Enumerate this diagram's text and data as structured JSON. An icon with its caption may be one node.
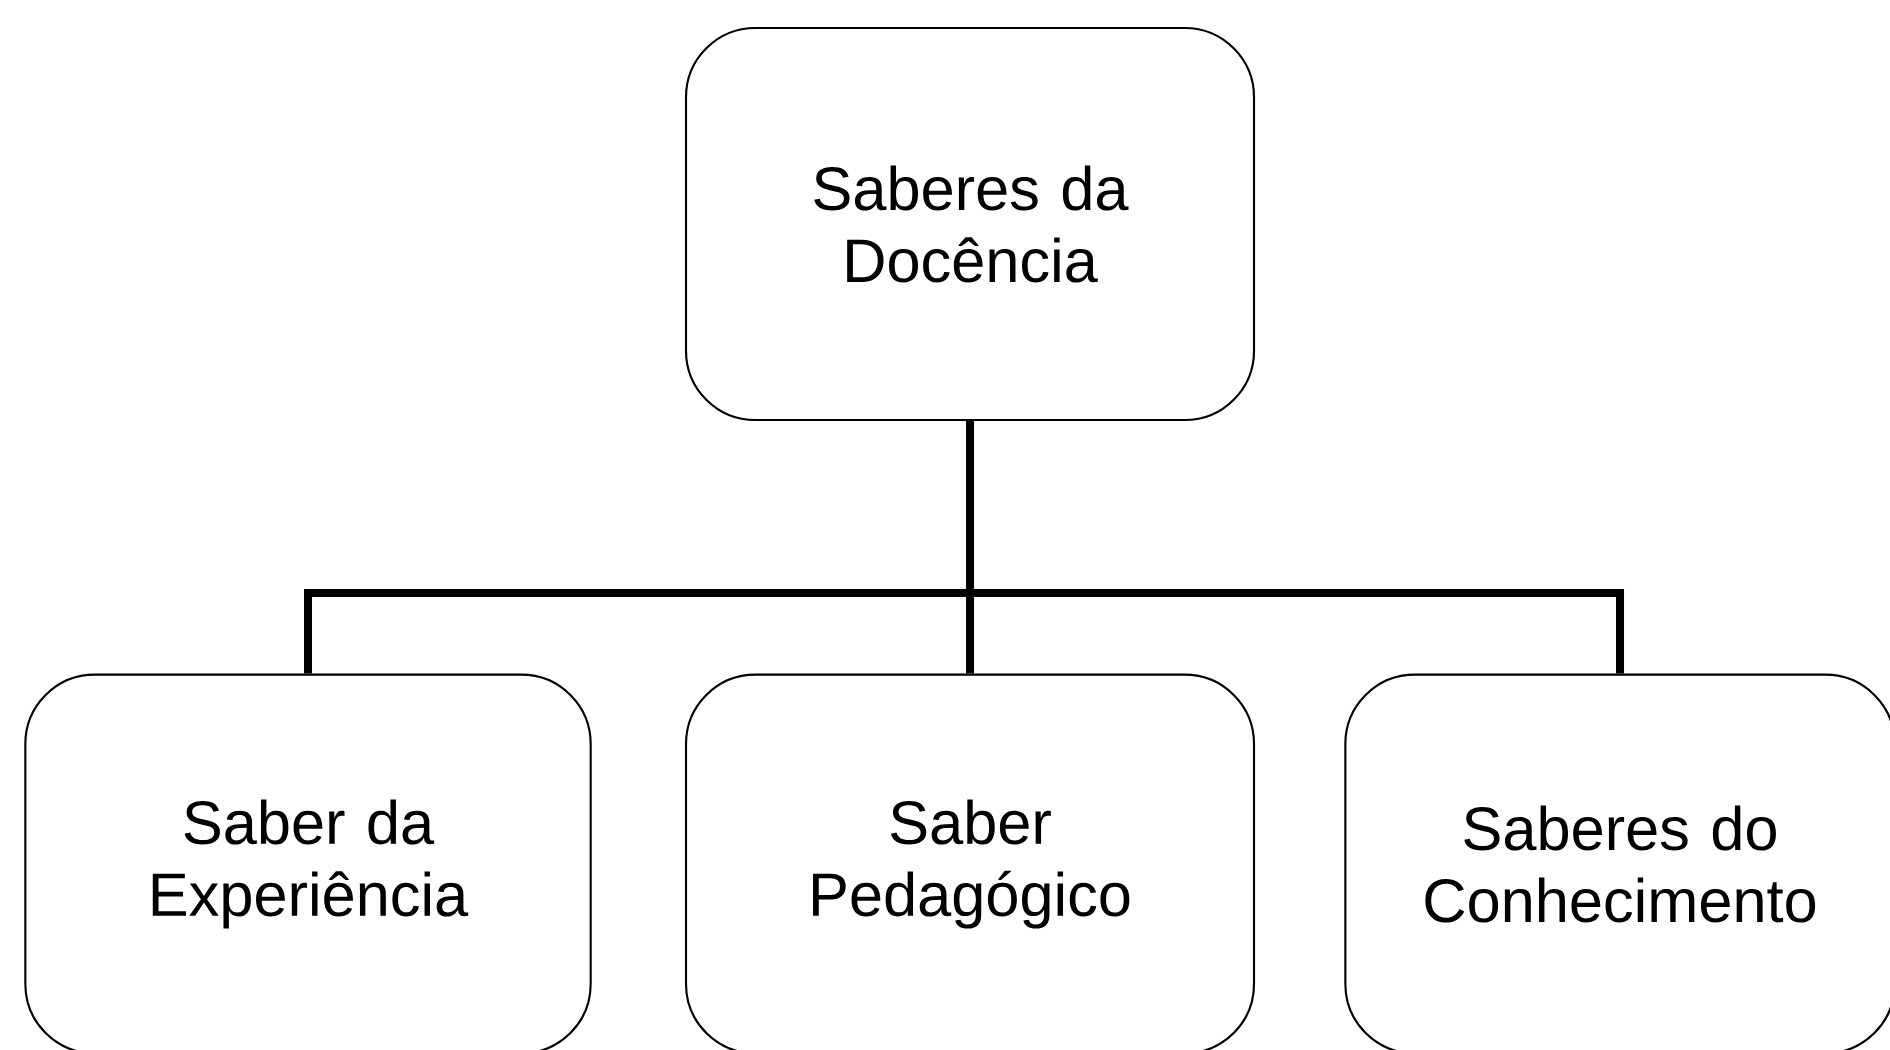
{
  "diagram": {
    "nodes": [
      {
        "text": [
          "Saberes da Docência"
        ]
      },
      {
        "text": [
          "Saber da Experiência"
        ]
      },
      {
        "text": [
          "Saber Pedagógico"
        ]
      },
      {
        "text": [
          "Saberes do Conhecimento"
        ]
      }
    ],
    "edges": [
      {
        "from": 0,
        "to": 1,
        "arrow": "none"
      },
      {
        "from": 0,
        "to": 2,
        "arrow": "none"
      },
      {
        "from": 0,
        "to": 3,
        "arrow": "none"
      }
    ]
  }
}
